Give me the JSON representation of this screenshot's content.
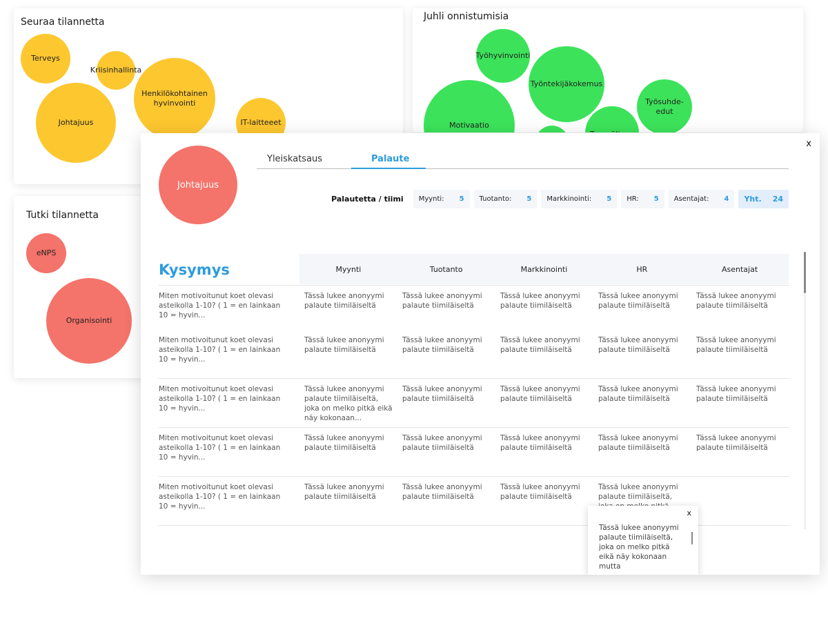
{
  "panels": {
    "seuraa": {
      "title": "Seuraa tilannetta",
      "bubbles": [
        "Terveys",
        "Kriisinhallinta",
        "Johtajuus",
        "Henkilökohtainen hyvinvointi",
        "IT-laitteeet"
      ]
    },
    "juhli": {
      "title": "Juhli onnistumisia",
      "bubbles": [
        "Työhyvinvointi",
        "Työntekijäkokemus",
        "Työsuhde-edut",
        "Motivaatio",
        "Tasavälinen"
      ]
    },
    "tutki": {
      "title": "Tutki tilannetta",
      "bubbles": [
        "eNPS",
        "Organisointi"
      ]
    }
  },
  "modal": {
    "close": "x",
    "topic": "Johtajuus",
    "tabs": [
      "Yleiskatsaus",
      "Palaute"
    ],
    "teams_label": "Palautetta / tiimi",
    "teams": [
      {
        "name": "Myynti:",
        "count": "5"
      },
      {
        "name": "Tuotanto:",
        "count": "5"
      },
      {
        "name": "Markkinointi:",
        "count": "5"
      },
      {
        "name": "HR:",
        "count": "5"
      },
      {
        "name": "Asentajat:",
        "count": "4"
      }
    ],
    "total": {
      "label": "Yht.",
      "count": "24"
    },
    "heading": "Kysymys",
    "columns": [
      "Myynti",
      "Tuotanto",
      "Markkinointi",
      "HR",
      "Asentajat"
    ],
    "rows": [
      {
        "question": "Miten motivoitunut koet olevasi asteikolla 1-10? ( 1 = en lainkaan 10 = hyvin...",
        "cells": [
          "Tässä lukee anonyymi palaute tiimiläiseltä",
          "Tässä lukee anonyymi palaute tiimiläiseltä",
          "Tässä lukee anonyymi palaute tiimiläiseltä",
          "Tässä lukee anonyymi palaute tiimiläiseltä",
          "Tässä lukee anonyymi palaute tiimiläiseltä"
        ]
      },
      {
        "question": "Miten motivoitunut koet olevasi asteikolla 1-10? ( 1 = en lainkaan 10 = hyvin...",
        "cells": [
          "Tässä lukee anonyymi palaute tiimiläiseltä",
          "Tässä lukee anonyymi palaute tiimiläiseltä",
          "Tässä lukee anonyymi palaute tiimiläiseltä",
          "Tässä lukee anonyymi palaute tiimiläiseltä",
          "Tässä lukee anonyymi palaute tiimiläiseltä"
        ]
      },
      {
        "question": "Miten motivoitunut koet olevasi asteikolla 1-10? ( 1 = en lainkaan 10 = hyvin...",
        "cells": [
          "Tässä lukee anonyymi palaute tiimiläiseltä, joka on melko pitkä eikä näy kokonaan...",
          "Tässä lukee anonyymi palaute tiimiläiseltä",
          "Tässä lukee anonyymi palaute tiimiläiseltä",
          "Tässä lukee anonyymi palaute tiimiläiseltä",
          "Tässä lukee anonyymi palaute tiimiläiseltä"
        ]
      },
      {
        "question": "Miten motivoitunut koet olevasi asteikolla 1-10? ( 1 = en lainkaan 10 = hyvin...",
        "cells": [
          "Tässä lukee anonyymi palaute tiimiläiseltä",
          "Tässä lukee anonyymi palaute tiimiläiseltä",
          "Tässä lukee anonyymi palaute tiimiläiseltä",
          "Tässä lukee anonyymi palaute tiimiläiseltä",
          "Tässä lukee anonyymi palaute tiimiläiseltä"
        ]
      },
      {
        "question": "Miten motivoitunut koet olevasi asteikolla 1-10? ( 1 = en lainkaan 10 = hyvin...",
        "cells": [
          "Tässä lukee anonyymi palaute tiimiläiseltä",
          "Tässä lukee anonyymi palaute tiimiläiseltä",
          "Tässä lukee anonyymi palaute tiimiläiseltä",
          "Tässä lukee anonyymi palaute tiimiläiseltä, joka on melko pitkä",
          ""
        ]
      }
    ],
    "popover": {
      "close": "x",
      "text": "Tässä lukee anonyymi palaute tiimiläiseltä, joka on melko pitkä eikä näy kokonaan mutta"
    }
  },
  "colors": {
    "accent": "#2d9cdb",
    "yellow": "#fdc72f",
    "green": "#3ce35a",
    "red": "#f4736a"
  }
}
